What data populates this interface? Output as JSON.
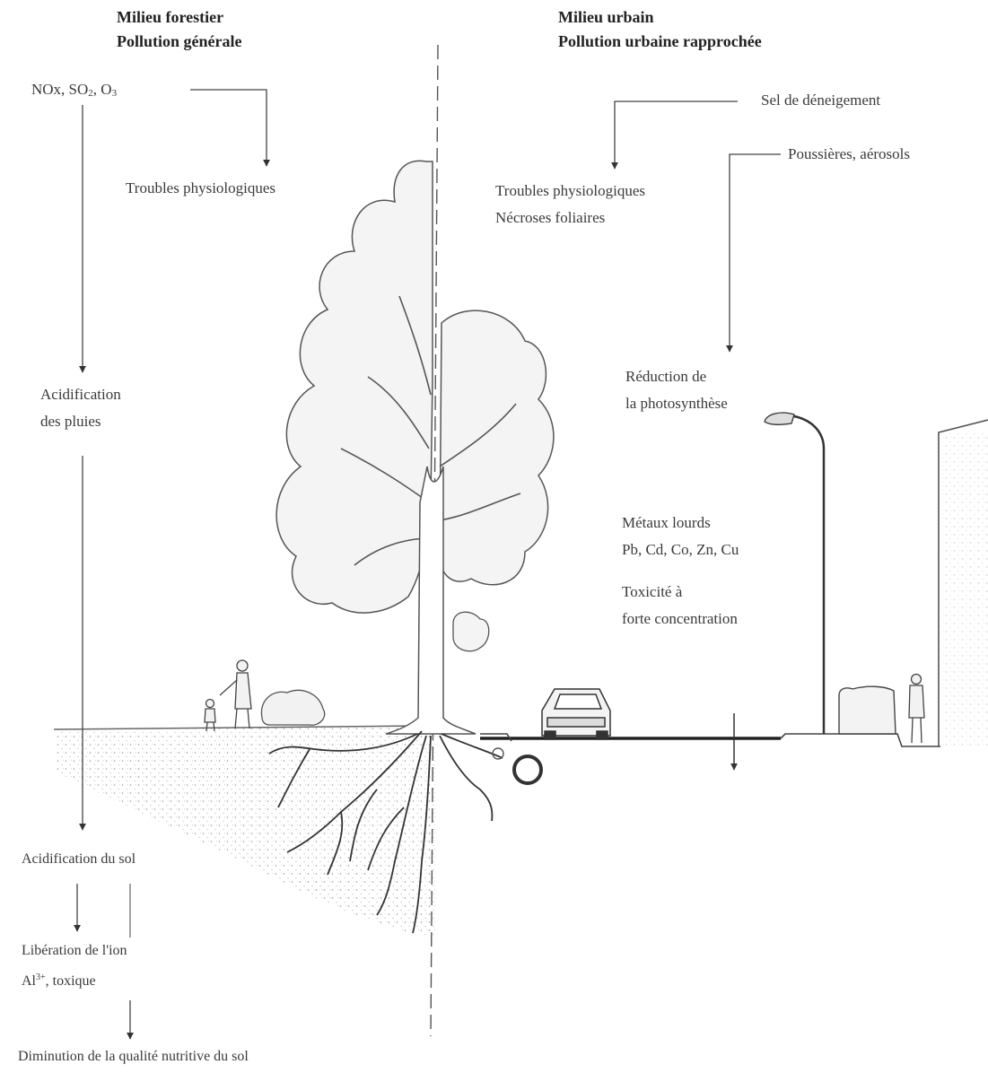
{
  "left": {
    "title_1": "Milieu forestier",
    "title_2": "Pollution générale",
    "gases": {
      "a": "NOx, SO",
      "a_sub": "2",
      "b": ", O",
      "b_sub": "3"
    },
    "troubles": "Troubles physiologiques",
    "acid_rain_1": "Acidification",
    "acid_rain_2": "des pluies",
    "acid_soil": "Acidification du sol",
    "liberation_1": "Libération de l'ion",
    "liberation_2a": "Al",
    "liberation_sup": "3+",
    "liberation_2b": ", toxique",
    "diminution": "Diminution de la qualité nutritive du sol"
  },
  "right": {
    "title_1": "Milieu urbain",
    "title_2": "Pollution urbaine rapprochée",
    "salt": "Sel de déneigement",
    "dust": "Poussières, aérosols",
    "troubles_1": "Troubles physiologiques",
    "troubles_2": "Nécroses foliaires",
    "photo_1": "Réduction de",
    "photo_2": "la photosynthèse",
    "metals_1": "Métaux lourds",
    "metals_2": "Pb, Cd, Co, Zn, Cu",
    "toxicity_1": "Toxicité à",
    "toxicity_2": "forte concentration"
  }
}
